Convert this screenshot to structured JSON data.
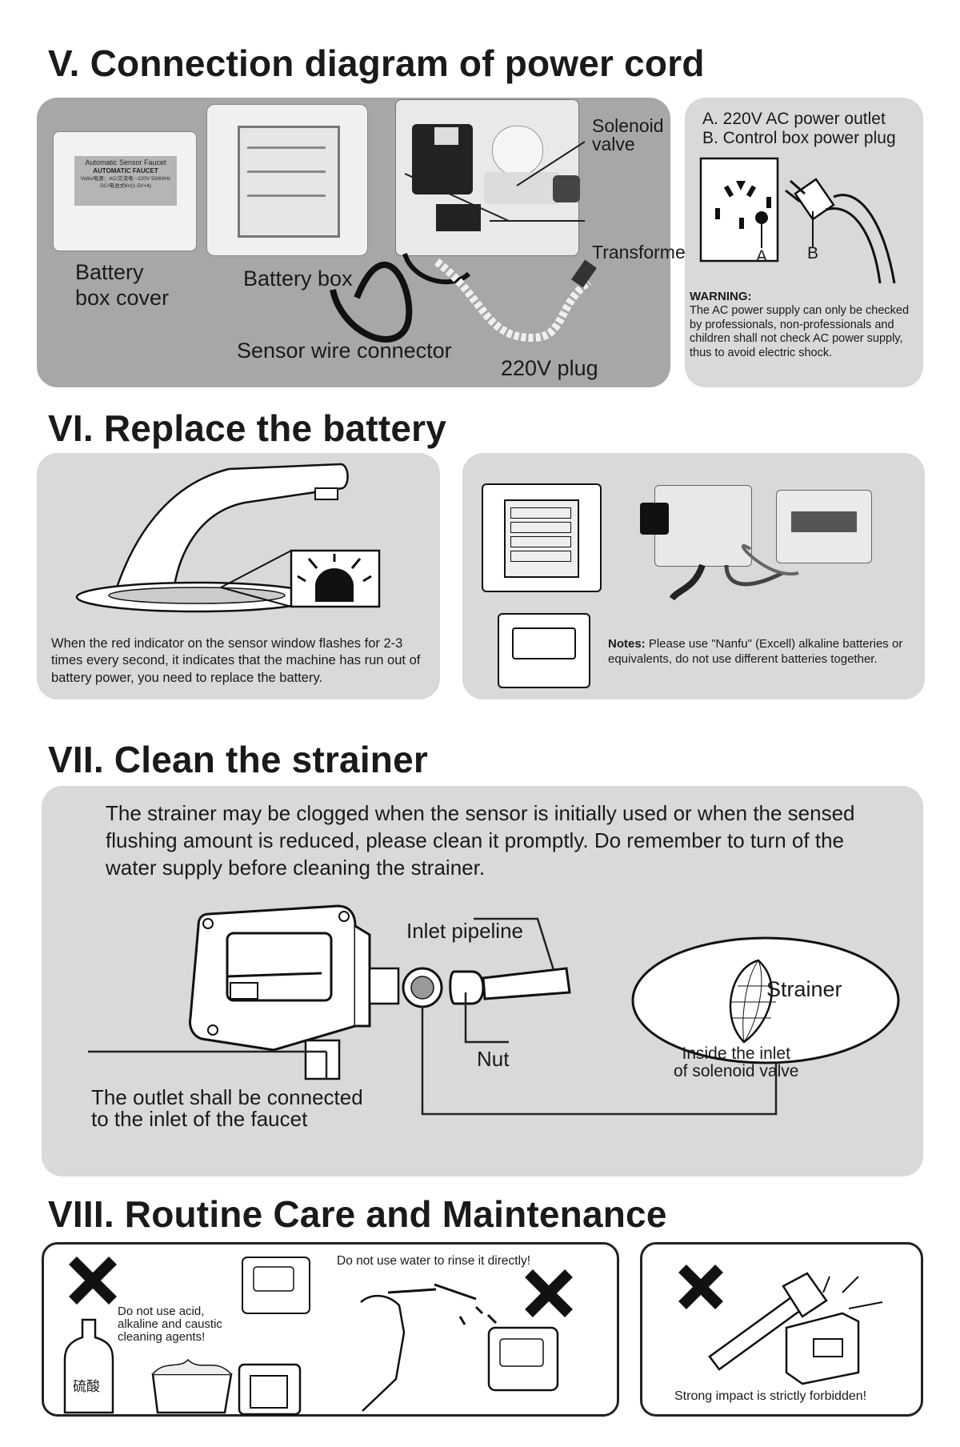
{
  "section5": {
    "heading": "V. Connection diagram of power cord",
    "labels": {
      "solenoid_valve": "Solenoid\nvalve",
      "transformer": "Transformer",
      "battery_box_cover": "Battery\nbox cover",
      "battery_box": "Battery box",
      "sensor_wire_connector": "Sensor wire connector",
      "plug_220v": "220V plug"
    },
    "cover_plate": {
      "line1": "Automatic Sensor Faucet",
      "line2": "AUTOMATIC FAUCET",
      "line3": "Volts/电源：AC/交流电 ~220V 50/60Hz",
      "line4": "DC/电池式6V(1.5V×4)"
    },
    "outlet": {
      "a_line": "A. 220V AC power outlet",
      "b_line": "B. Control box power plug",
      "a": "A",
      "b": "B",
      "warning_title": "WARNING:",
      "warning_text": "The AC power supply can only be checked by professionals, non-professionals and children shall not check AC power supply, thus to avoid electric shock."
    }
  },
  "section6": {
    "heading": "VI. Replace the battery",
    "indicator_text": "When the red indicator on the sensor window flashes for 2-3 times every second, it indicates that the machine has run out of battery power, you need to replace the battery.",
    "notes_label": "Notes:",
    "notes_text": " Please use \"Nanfu\" (Excell) alkaline batteries or equivalents, do not use different batteries together."
  },
  "section7": {
    "heading": "VII. Clean the strainer",
    "intro": "The strainer may be clogged when the sensor is initially used or when the sensed flushing amount is reduced, please clean it promptly. Do remember to turn of the water supply before cleaning the strainer.",
    "inlet_pipeline": "Inlet pipeline",
    "strainer": "Strainer",
    "inside_inlet": "Inside the inlet\nof solenoid valve",
    "nut": "Nut",
    "outlet_text": "The outlet shall be connected\nto the inlet of the faucet"
  },
  "section8": {
    "heading": "VIII. Routine Care and Maintenance",
    "no_water": "Do not use water to rinse it directly!",
    "no_acid": "Do not use acid,\nalkaline and caustic\ncleaning agents!",
    "bottle_label": "硫酸",
    "no_impact": "Strong impact is strictly forbidden!"
  }
}
